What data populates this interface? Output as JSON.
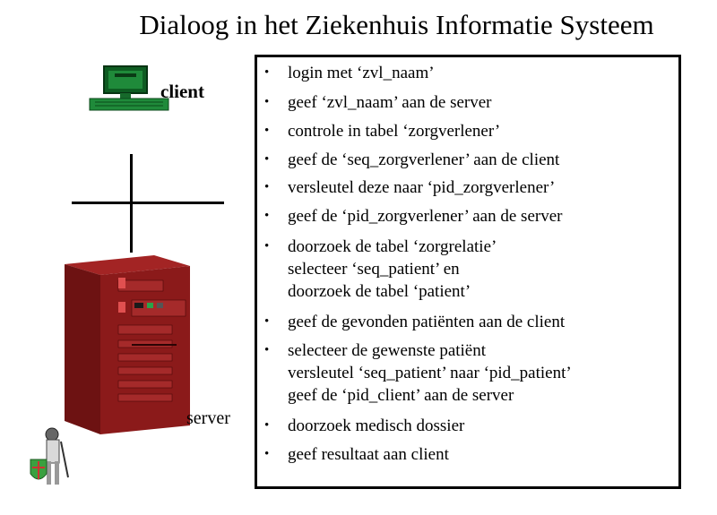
{
  "title": "Dialoog in het Ziekenhuis Informatie Systeem",
  "nodes": {
    "client_label": "client",
    "server_label": "server"
  },
  "steps": [
    {
      "lines": [
        "login met ‘zvl_naam’"
      ]
    },
    {
      "lines": [
        "geef ‘zvl_naam’ aan de server"
      ]
    },
    {
      "lines": [
        "controle in tabel ‘zorgverlener’"
      ]
    },
    {
      "lines": [
        "geef de ‘seq_zorgverlener’ aan de client"
      ]
    },
    {
      "lines": [
        "versleutel deze naar ‘pid_zorgverlener’"
      ]
    },
    {
      "lines": [
        "geef de ‘pid_zorgverlener’ aan de server"
      ]
    },
    {
      "lines": [
        "doorzoek de tabel ‘zorgrelatie’",
        "selecteer ‘seq_patient’ en",
        "doorzoek de tabel ‘patient’"
      ]
    },
    {
      "lines": [
        "geef de gevonden patiënten aan de client"
      ]
    },
    {
      "lines": [
        "selecteer de gewenste patiënt",
        "versleutel ‘seq_patient’ naar ‘pid_patient’",
        "geef de ‘pid_client’ aan de server"
      ]
    },
    {
      "lines": [
        "doorzoek medisch dossier"
      ]
    },
    {
      "lines": [
        "geef resultaat aan client"
      ]
    }
  ],
  "bullet": "•",
  "colors": {
    "server_red": "#8b1a1a",
    "computer_green": "#1f8a3a",
    "shield_green": "#3aa040"
  }
}
